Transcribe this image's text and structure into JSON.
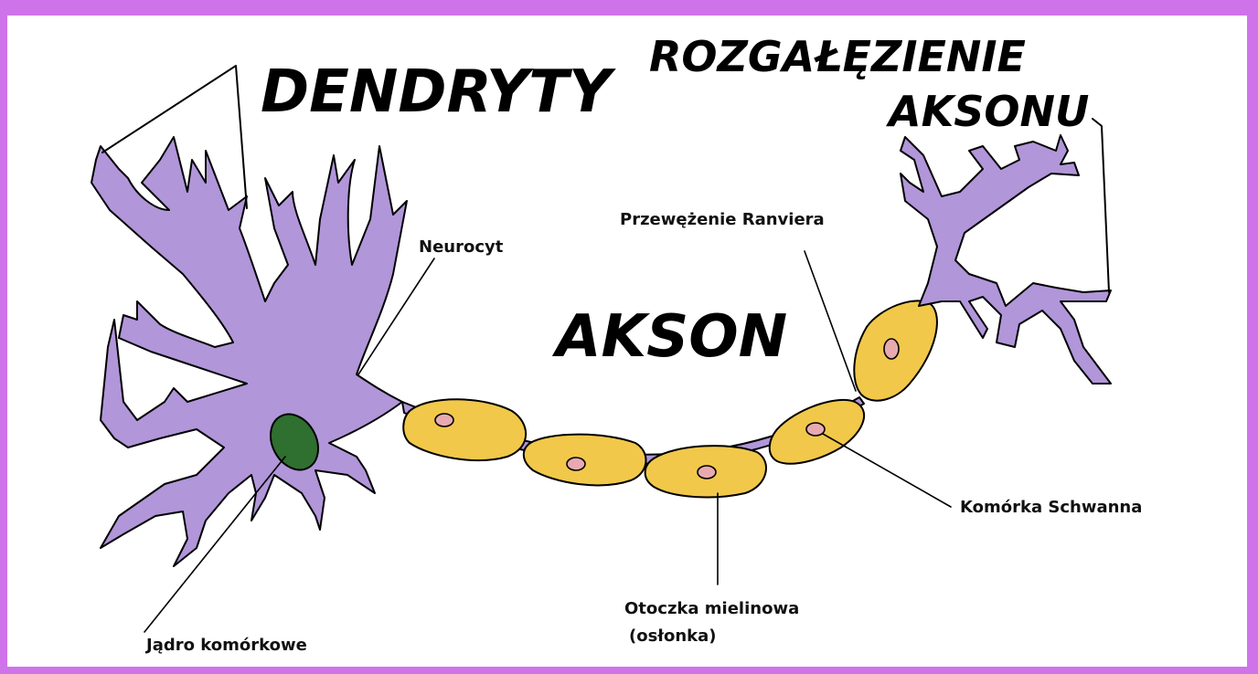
{
  "labels": {
    "dendrites": "DENDRYTY",
    "axon_branch_line1": "ROZGAŁĘZIENIE",
    "axon_branch_line2": "AKSONU",
    "axon": "AKSON",
    "neurocyte": "Neurocyt",
    "ranvier_node": "Przewężenie Ranviera",
    "schwann_cell": "Komórka Schwanna",
    "myelin_line1": "Otoczka mielinowa",
    "myelin_line2": "(osłonka)",
    "nucleus": "Jądro komórkowe"
  },
  "colors": {
    "frame": "#cf73ea",
    "neuron": "#b196d9",
    "myelin": "#f1c84a",
    "schwann_nucleus": "#e8aab0",
    "cell_nucleus": "#2f6f2f",
    "outline": "#000000"
  }
}
